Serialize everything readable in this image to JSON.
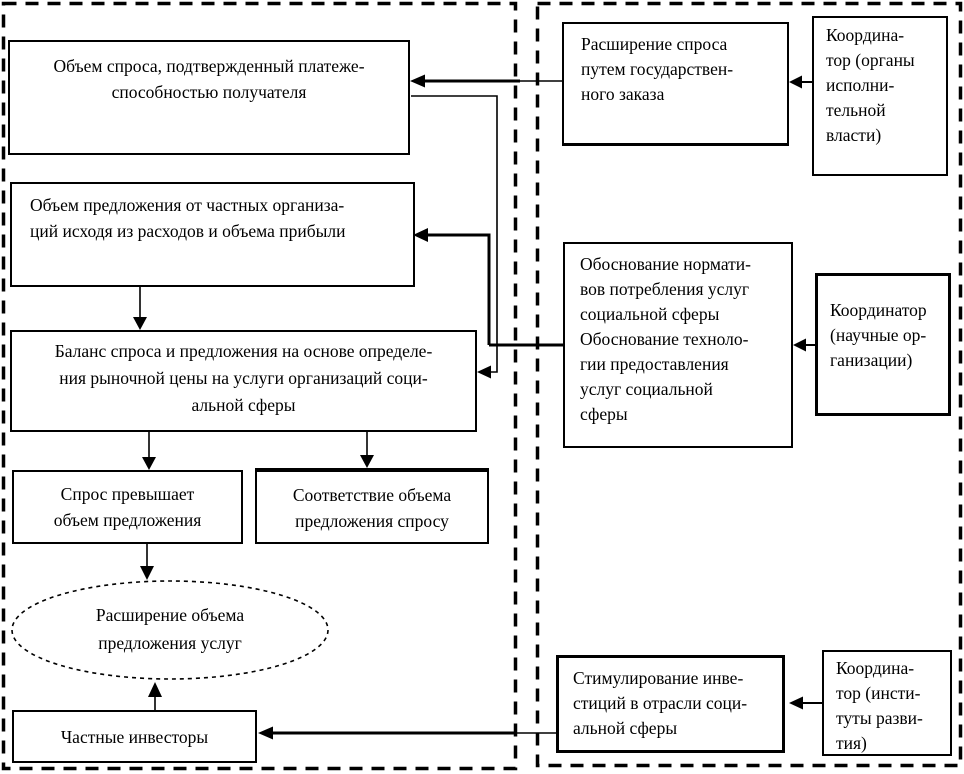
{
  "diagram": {
    "left_zone": {
      "demand_box": "Объем спроса, подтвержденный платеже-\nспособностью получателя",
      "supply_box": "Объем предложения от частных организа-\nций исходя из расходов и объема прибыли",
      "balance_box": "Баланс спроса и предложения на основе определе-\nния рыночной цены на услуги организаций соци-\nальной сферы",
      "demand_exceeds_box": "Спрос превышает\nобъем предложения",
      "supply_matches_box": "Соответствие объема\nпредложения спросу",
      "expansion_ellipse": "Расширение объема\nпредложения услуг",
      "private_investors_box": "Частные инвесторы"
    },
    "right_zone": {
      "state_order_box": "Расширение спроса\nпутем государствен-\nного заказа",
      "coordinator_executive_box": "Координа-\nтор (органы\nисполни-\nтельной\nвласти)",
      "standards_box": "Обоснование нормати-\nвов потребления услуг\nсоциальной сферы\nОбоснование техноло-\nгии предоставления\nуслуг социальной\nсферы",
      "coordinator_scientific_box": "Координатор\n(научные ор-\nганизации)",
      "investment_box": "Стимулирование инве-\nстиций в отрасли соци-\nальной сферы",
      "coordinator_development_box": "Координа-\nтор (инсти-\nтуты разви-\nтия)"
    },
    "colors": {
      "line": "#000000",
      "background": "#ffffff"
    }
  }
}
